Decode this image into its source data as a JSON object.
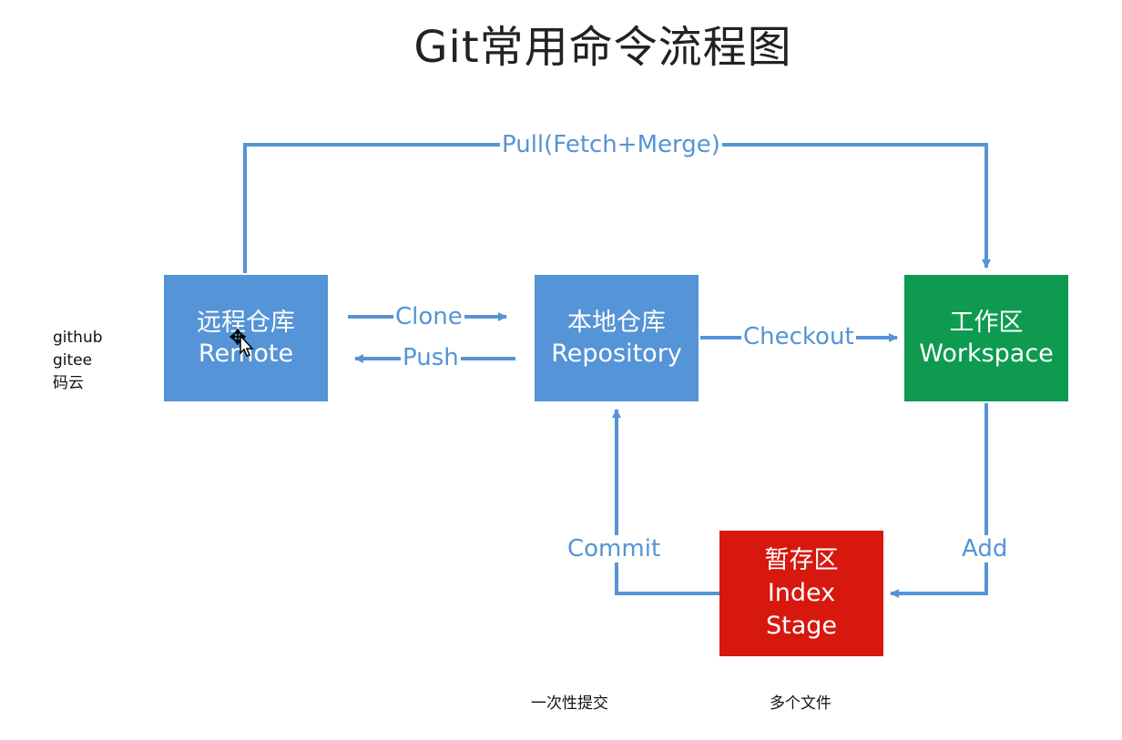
{
  "title": "Git常用命令流程图",
  "nodes": {
    "remote": {
      "line1": "远程仓库",
      "line2": "Remote",
      "color": "#5594d6"
    },
    "repository": {
      "line1": "本地仓库",
      "line2": "Repository",
      "color": "#5594d6"
    },
    "workspace": {
      "line1": "工作区",
      "line2": "Workspace",
      "color": "#0e9b50"
    },
    "stage": {
      "line1": "暂存区",
      "line2": "Index",
      "line3": "Stage",
      "color": "#d6180f"
    }
  },
  "edges": {
    "pull": {
      "label": "Pull(Fetch+Merge)",
      "from": "remote",
      "to": "workspace"
    },
    "clone": {
      "label": "Clone",
      "from": "remote",
      "to": "repository"
    },
    "push": {
      "label": "Push",
      "from": "repository",
      "to": "remote"
    },
    "checkout": {
      "label": "Checkout",
      "from": "repository",
      "to": "workspace"
    },
    "add": {
      "label": "Add",
      "from": "workspace",
      "to": "stage"
    },
    "commit": {
      "label": "Commit",
      "from": "stage",
      "to": "repository"
    }
  },
  "edge_color": "#5594d6",
  "notes": {
    "remote_hosts": [
      "github",
      "gitee",
      "码云"
    ],
    "commit_note": "一次性提交",
    "add_note": "多个文件"
  },
  "cursor": "arrow-cursor-icon"
}
